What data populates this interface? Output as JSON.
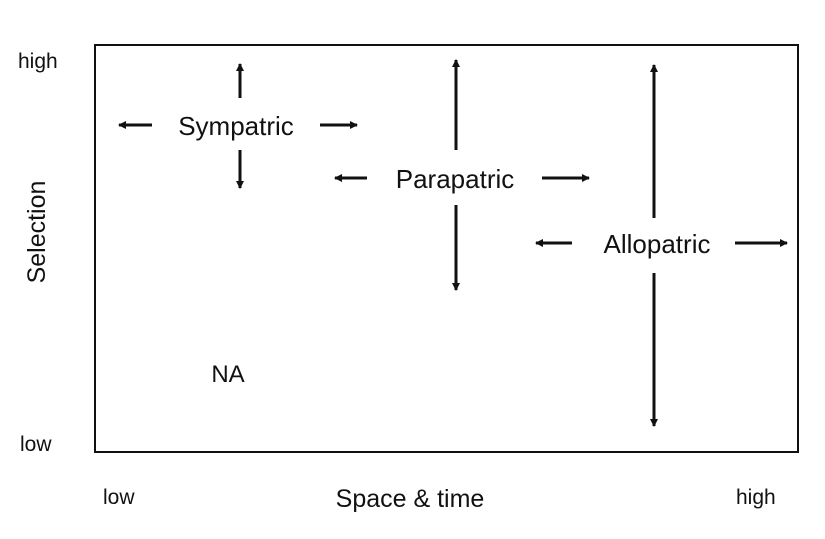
{
  "axes": {
    "y_title": "Selection",
    "y_high": "high",
    "y_low": "low",
    "x_title": "Space & time",
    "x_low": "low",
    "x_high": "high"
  },
  "regions": {
    "sympatric": "Sympatric",
    "parapatric": "Parapatric",
    "allopatric": "Allopatric",
    "na": "NA"
  }
}
